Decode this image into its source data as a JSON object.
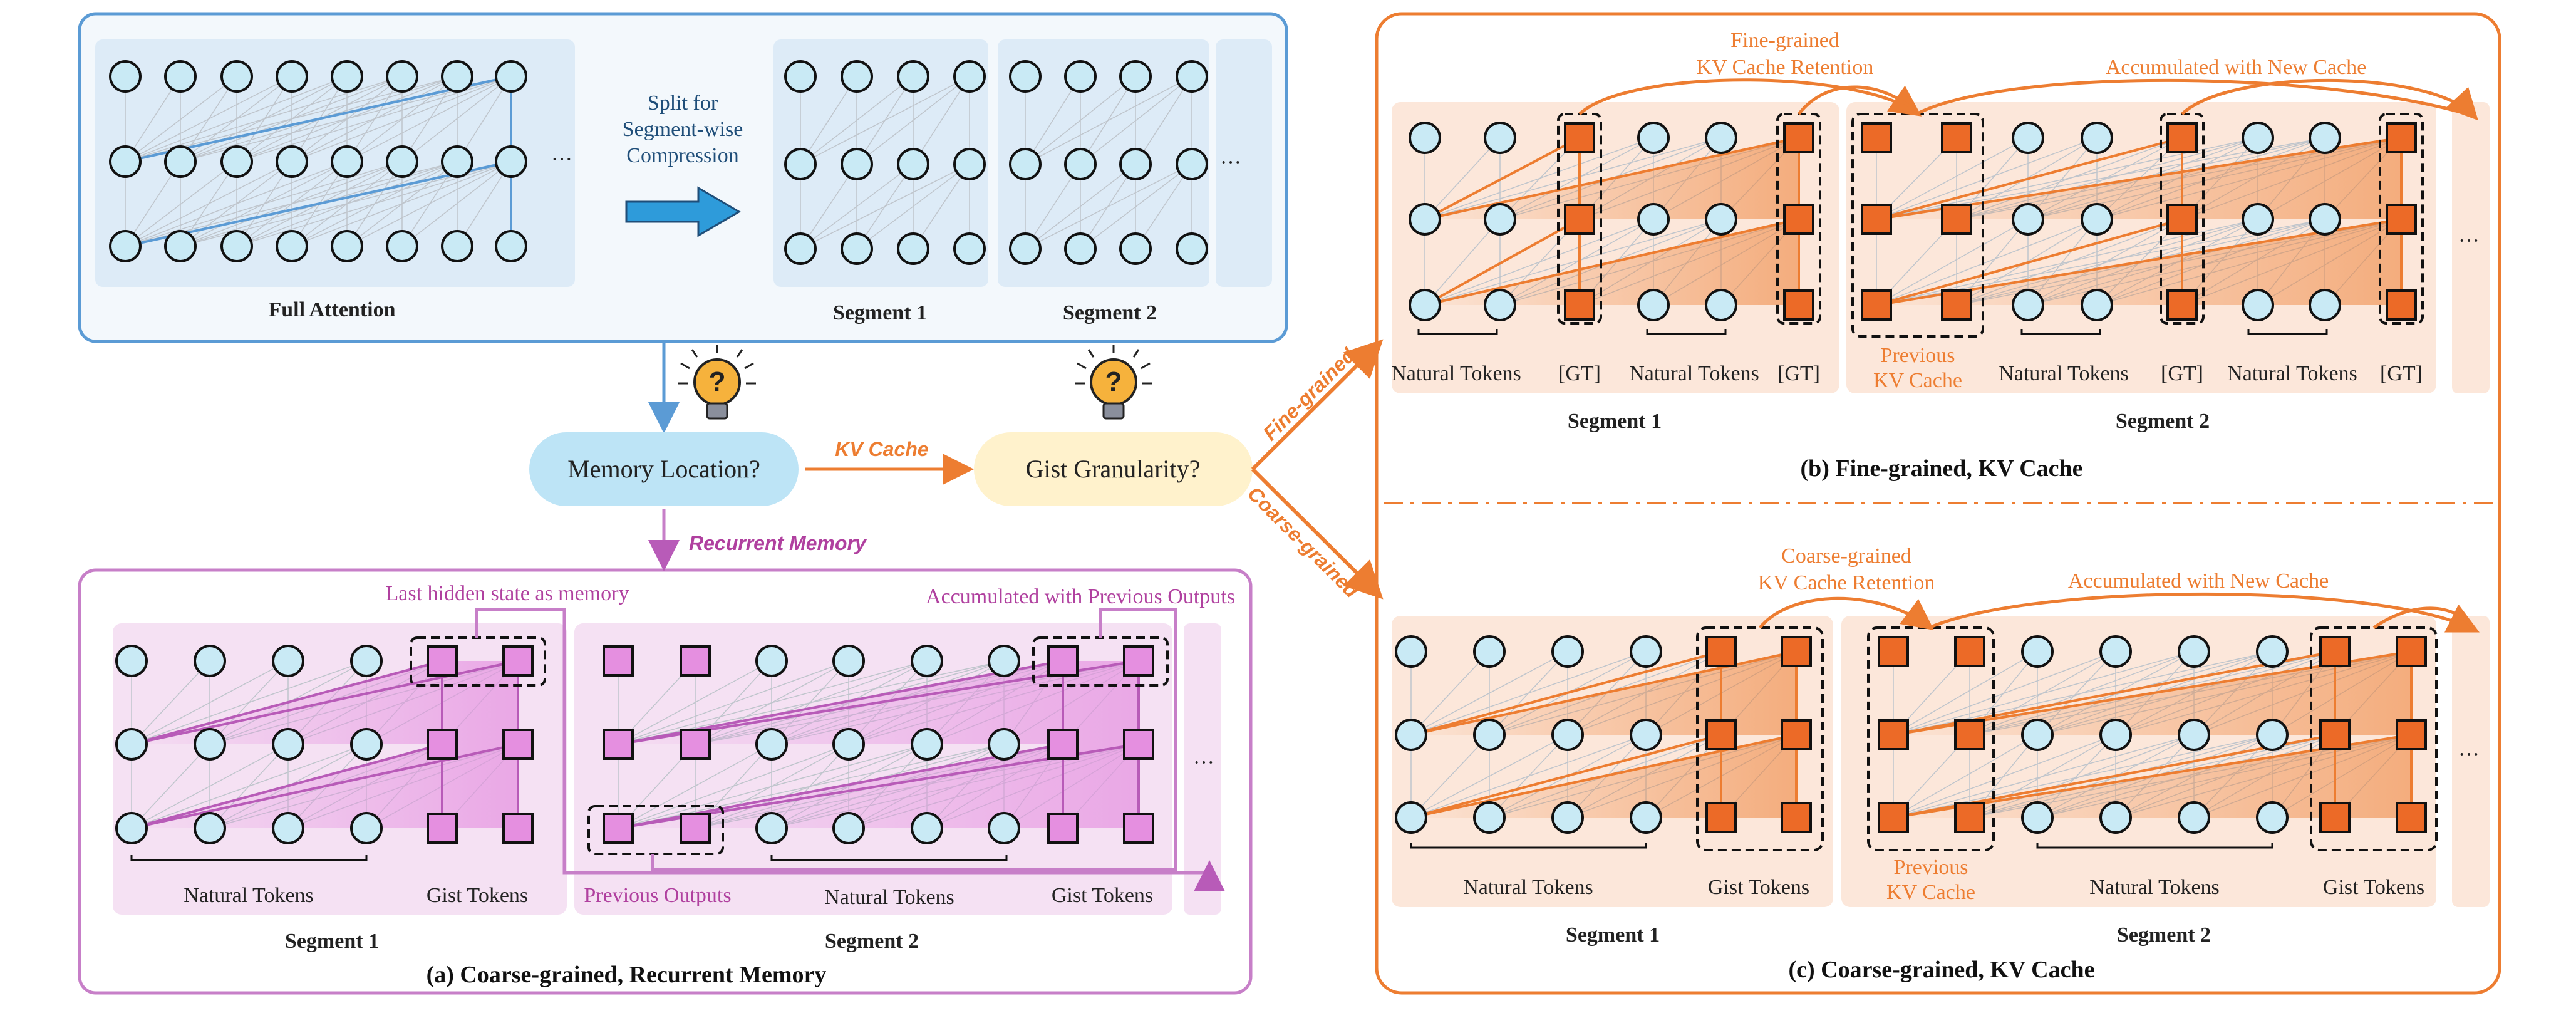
{
  "top_panel": {
    "full_attention": "Full Attention",
    "split_line1": "Split for",
    "split_line2": "Segment-wise",
    "split_line3": "Compression",
    "segment1": "Segment 1",
    "segment2": "Segment 2",
    "ellipsis": "···"
  },
  "decision": {
    "memory_location": "Memory Location?",
    "gist_granularity": "Gist Granularity?",
    "kv_cache": "KV Cache",
    "recurrent_memory": "Recurrent Memory",
    "fine_grained": "Fine-grained",
    "coarse_grained": "Coarse-grained"
  },
  "panel_a": {
    "caption": "(a) Coarse-grained, Recurrent Memory",
    "last_hidden": "Last hidden state as memory",
    "accumulated": "Accumulated with Previous Outputs",
    "natural_tokens": "Natural Tokens",
    "gist_tokens": "Gist Tokens",
    "previous_outputs": "Previous Outputs",
    "segment1": "Segment 1",
    "segment2": "Segment 2",
    "ellipsis": "···"
  },
  "panel_b": {
    "caption": "(b) Fine-grained, KV Cache",
    "retention_line1": "Fine-grained",
    "retention_line2": "KV Cache Retention",
    "accumulated": "Accumulated with New Cache",
    "natural_tokens": "Natural Tokens",
    "gt": "[GT]",
    "previous_line1": "Previous",
    "previous_line2": "KV Cache",
    "segment1": "Segment 1",
    "segment2": "Segment 2",
    "ellipsis": "···"
  },
  "panel_c": {
    "caption": "(c) Coarse-grained, KV Cache",
    "retention_line1": "Coarse-grained",
    "retention_line2": "KV Cache Retention",
    "accumulated": "Accumulated with New Cache",
    "natural_tokens": "Natural Tokens",
    "gist_tokens": "Gist Tokens",
    "previous_line1": "Previous",
    "previous_line2": "KV Cache",
    "segment1": "Segment 1",
    "segment2": "Segment 2",
    "ellipsis": "···"
  },
  "colors": {
    "blue_border": "#5B9BD5",
    "blue_fill": "#DDEBF7",
    "token_fill": "#C9EAF5",
    "orange": "#ED7D31",
    "orange_fill": "#FBE5D6",
    "purple": "#B85BB8",
    "purple_fill": "#F6E3F3",
    "gist_purple": "#E58FE0",
    "gist_orange": "#EC6A27"
  }
}
